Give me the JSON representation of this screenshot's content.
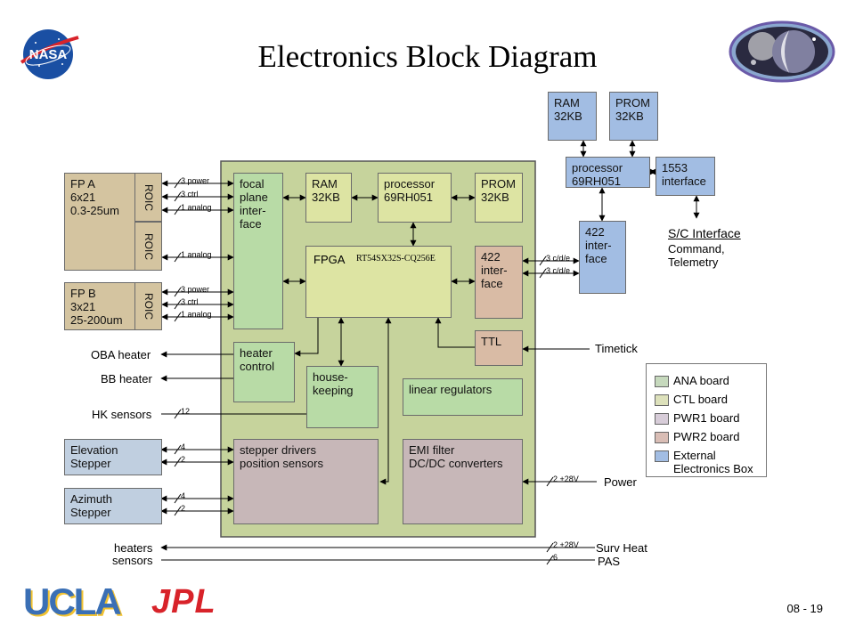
{
  "slide": {
    "title": "Electronics Block Diagram",
    "number": "08 - 19"
  },
  "logos": {
    "nasa": "NASA",
    "ucla": "UCLA",
    "jpl": "JPL"
  },
  "colors": {
    "ana": "#c6d9bd",
    "ctl": "#dde1bb",
    "pwr1": "#d7ccd8",
    "pwr2": "#d9bdb5",
    "external": "#a2bde3",
    "sensor": "#d4c4a0",
    "stepper": "#c0cfe0",
    "board": "#c6d39c",
    "green": "#b8dba6",
    "yellow": "#dde4a3",
    "mauve": "#c7b7b8",
    "tan": "#d9bba5"
  },
  "blocks": {
    "fp_a": "FP A\n6x21\n0.3-25um",
    "fp_b": "FP B\n3x21\n25-200um",
    "roic": "ROIC",
    "elevation_stepper": "Elevation\nStepper",
    "azimuth_stepper": "Azimuth\nStepper",
    "focal_plane_interface": "focal\nplane\ninter-\nface",
    "ram_inner": "RAM\n32KB",
    "processor_inner": "processor\n69RH051",
    "prom_inner": "PROM\n32KB",
    "fpga": "FPGA",
    "fpga_part": "RT54SX32S-CQ256E",
    "if422_inner": "422\ninter-\nface",
    "ttl": "TTL",
    "heater_control": "heater\ncontrol",
    "housekeeping": "house-\nkeeping",
    "linear_regulators": "linear regulators",
    "stepper_drivers": "stepper drivers\nposition sensors",
    "emi_filter": "EMI filter\nDC/DC converters",
    "ram_ext": "RAM\n32KB",
    "prom_ext": "PROM\n32KB",
    "processor_ext": "processor\n69RH051",
    "if1553": "1553\ninterface",
    "if422_ext": "422\ninter-\nface"
  },
  "labels": {
    "sc_interface": "S/C Interface",
    "sc_interface_detail": "Command,\nTelemetry",
    "oba_heater": "OBA heater",
    "bb_heater": "BB heater",
    "hk_sensors": "HK sensors",
    "timetick": "Timetick",
    "power": "Power",
    "heaters": "heaters",
    "sensors": "sensors",
    "surv_heat": "Surv Heat",
    "pas": "PAS"
  },
  "signals": {
    "fpa_power": "3 power",
    "fpa_ctrl": "3 ctrl",
    "fpa_analog1": "1 analog",
    "fpa_analog2": "1 analog",
    "fpb_power": "3 power",
    "fpb_ctrl": "3 ctrl",
    "fpb_analog": "1 analog",
    "cde1": "3 c/d/e",
    "cde2": "3 c/d/e",
    "hk12": "12",
    "elev4": "4",
    "elev2": "2",
    "azim4": "4",
    "azim2": "2",
    "power28": "2 +28V",
    "surv28": "2 +28V",
    "pas6": "6"
  },
  "legend": [
    {
      "label": "ANA board",
      "color": "#c6d9bd"
    },
    {
      "label": "CTL board",
      "color": "#dde1bb"
    },
    {
      "label": "PWR1 board",
      "color": "#d7ccd8"
    },
    {
      "label": "PWR2 board",
      "color": "#d9bdb5"
    },
    {
      "label": "External\nElectronics Box",
      "color": "#a2bde3"
    }
  ]
}
